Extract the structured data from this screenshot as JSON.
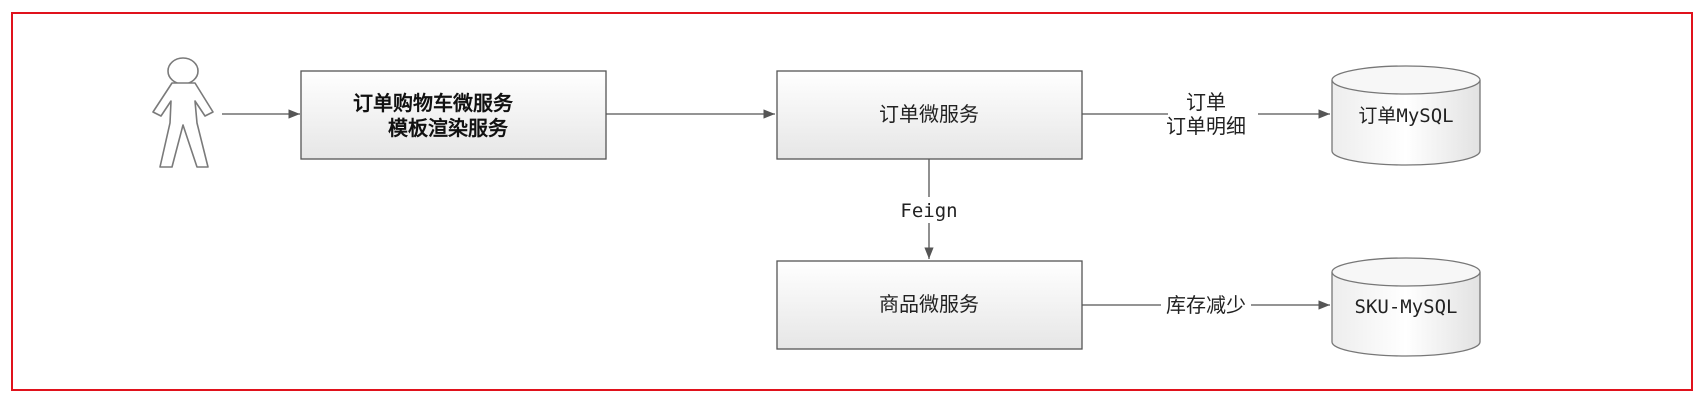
{
  "nodes": {
    "frontend": {
      "line1": "订单购物车微服务",
      "line2": "模板渲染服务"
    },
    "order_service": {
      "label": "订单微服务"
    },
    "product_service": {
      "label": "商品微服务"
    },
    "order_db": {
      "label": "订单MySQL"
    },
    "sku_db": {
      "label": "SKU-MySQL"
    }
  },
  "edges": {
    "order_to_db": {
      "line1": "订单",
      "line2": "订单明细"
    },
    "order_to_product": {
      "label": "Feign"
    },
    "product_to_db": {
      "label": "库存减少"
    }
  },
  "colors": {
    "frame": "#e0121c",
    "box_stroke": "#555555",
    "edge": "#555555",
    "box_fill_top": "#ffffff",
    "box_fill_bottom": "#e8e8e8"
  },
  "icons": {
    "user": "person-icon"
  }
}
